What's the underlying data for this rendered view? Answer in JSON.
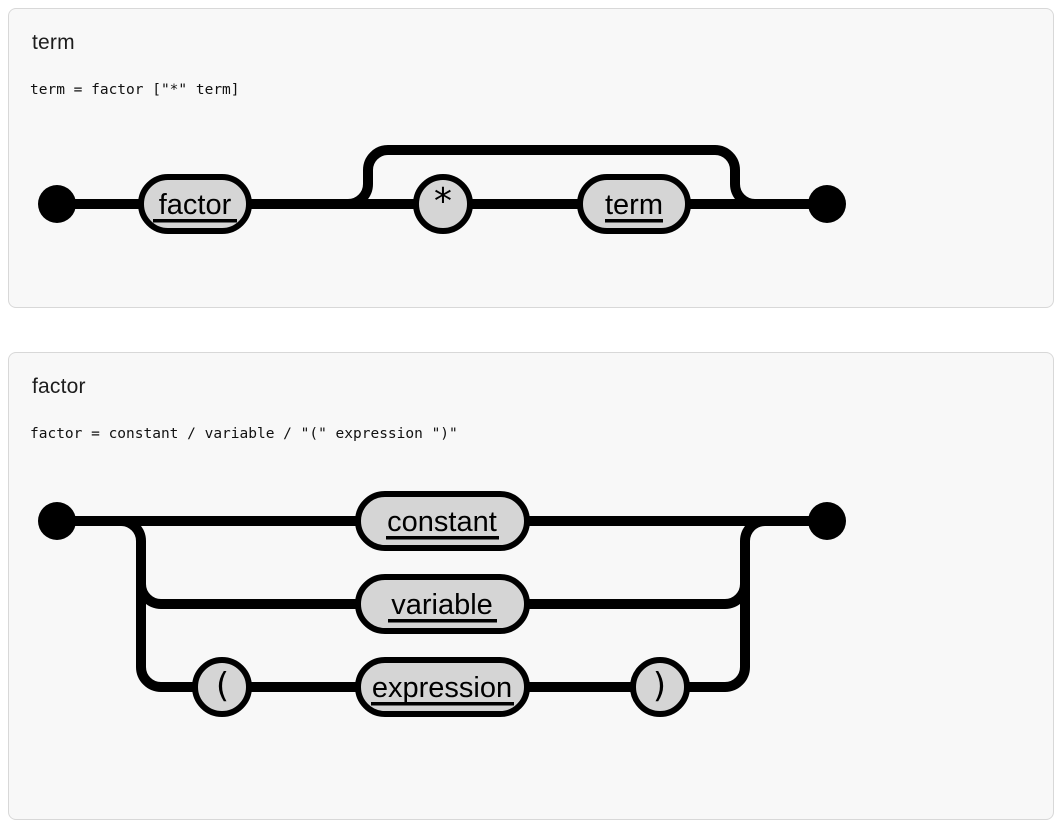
{
  "theme": {
    "track_color": "#000000",
    "node_fill": "#d5d5d5",
    "card_background": "#f8f8f8",
    "card_border": "#d8d8d8",
    "title_color": "#1d1d1d",
    "code_color": "#111111"
  },
  "sections": [
    {
      "title": "term",
      "code": "term = factor [\"*\" term]",
      "diagram": {
        "structure": "sequence: factor, optional(\"*\" term)",
        "nodes": {
          "factor": {
            "label": "factor",
            "type": "nonterminal",
            "link": true
          },
          "star": {
            "label": "*",
            "type": "terminal",
            "link": false
          },
          "term": {
            "label": "term",
            "type": "nonterminal",
            "link": true
          }
        }
      }
    },
    {
      "title": "factor",
      "code": "factor = constant / variable / \"(\" expression \")\"",
      "diagram": {
        "structure": "choice: constant | variable | \"(\" expression \")\"",
        "nodes": {
          "constant": {
            "label": "constant",
            "type": "nonterminal",
            "link": true
          },
          "variable": {
            "label": "variable",
            "type": "nonterminal",
            "link": true
          },
          "lparen": {
            "label": "(",
            "type": "terminal",
            "link": false
          },
          "expression": {
            "label": "expression",
            "type": "nonterminal",
            "link": true
          },
          "rparen": {
            "label": ")",
            "type": "terminal",
            "link": false
          }
        }
      }
    }
  ]
}
